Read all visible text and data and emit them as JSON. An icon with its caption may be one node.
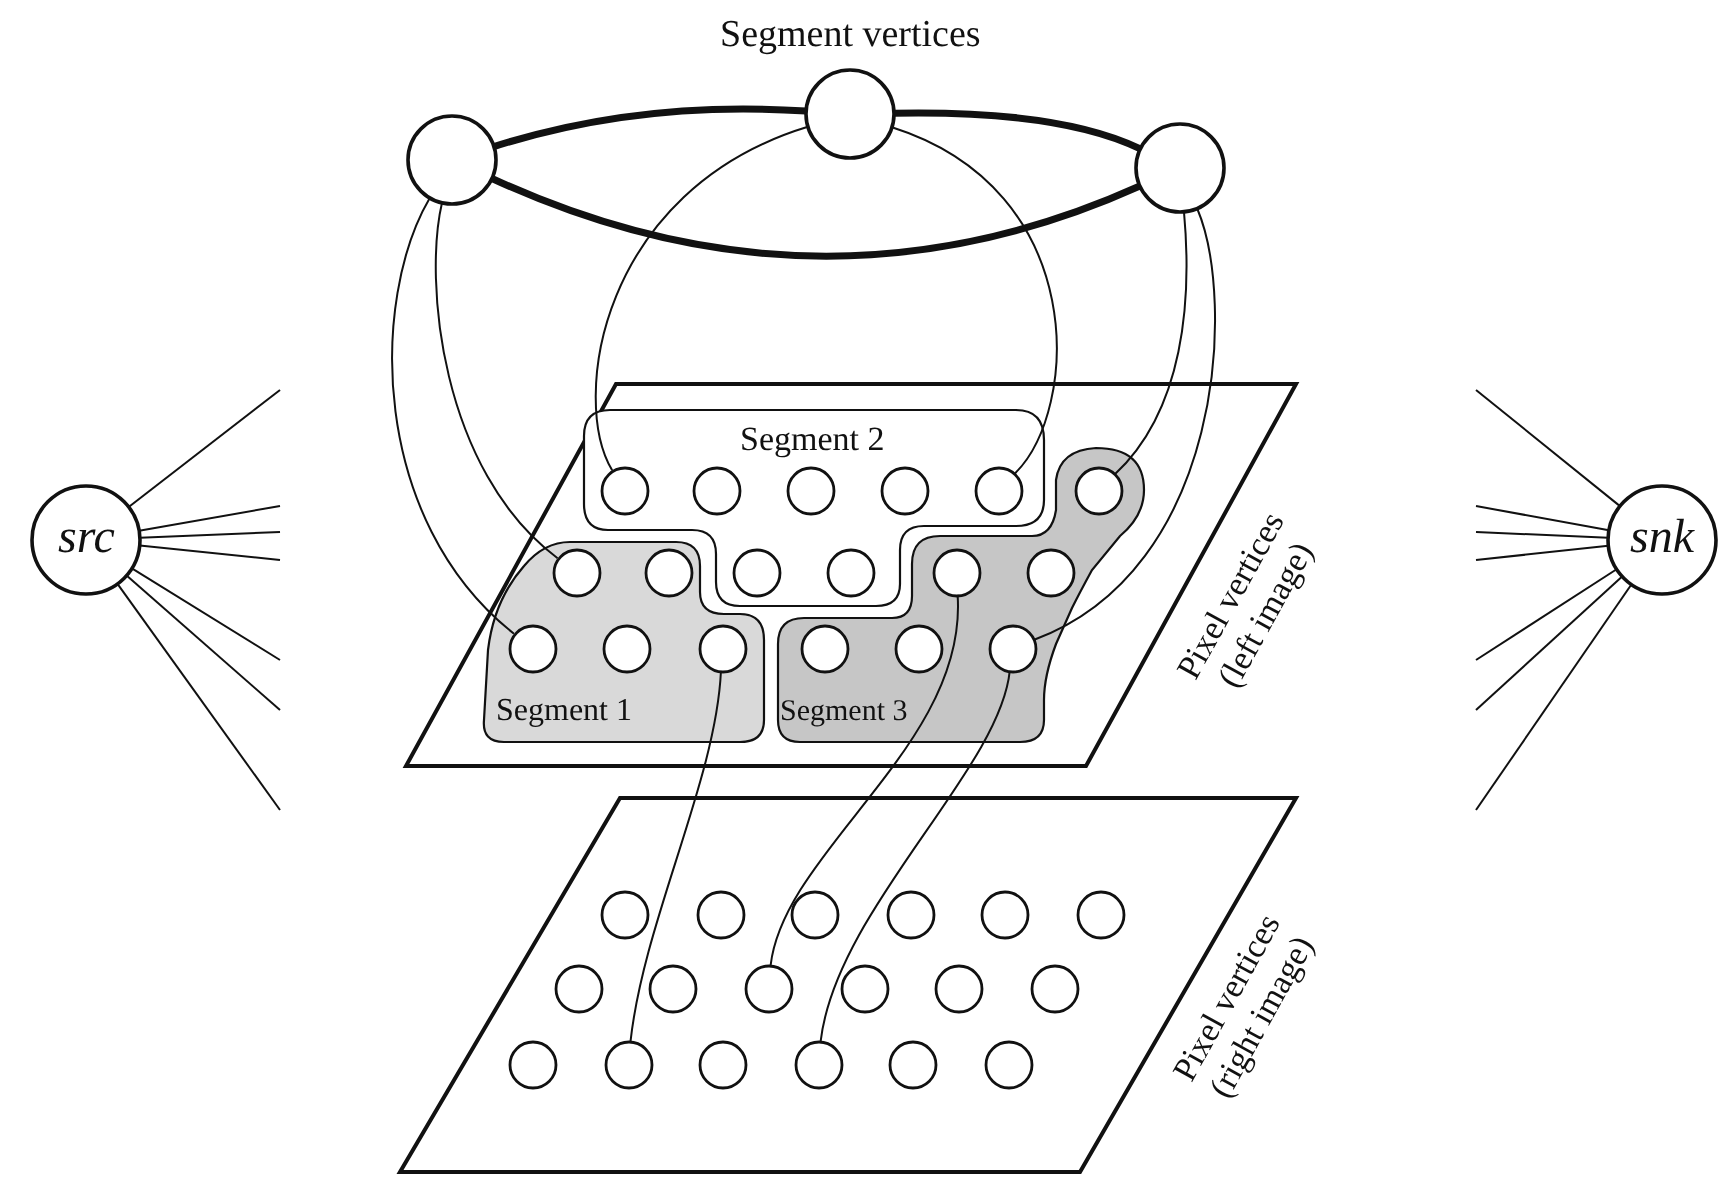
{
  "diagram": {
    "nodes": [
      {
        "text": [],
        "shape": "circle"
      },
      {
        "text": [],
        "shape": "circle"
      },
      {
        "text": [],
        "shape": "circle"
      },
      {
        "text": [
          "src"
        ]
      },
      {
        "text": [
          "Pixel vertices (left image)"
        ]
      },
      {
        "text": [
          "Segment 2"
        ],
        "in": 4
      },
      {
        "text": [
          "Segment 1"
        ],
        "in": 4
      },
      {
        "text": [
          "Segment 3"
        ],
        "in": 4
      },
      {
        "text": [],
        "shape": "circle",
        "in": 5
      },
      {
        "text": [],
        "shape": "circle",
        "in": 5
      },
      {
        "text": [],
        "shape": "circle",
        "in": 5
      },
      {
        "text": [],
        "shape": "circle",
        "in": 5
      },
      {
        "text": [],
        "shape": "circle",
        "in": 5
      },
      {
        "text": [],
        "shape": "circle",
        "in": 7
      },
      {
        "text": [],
        "shape": "circle",
        "in": 6
      },
      {
        "text": [],
        "shape": "circle",
        "in": 6
      },
      {
        "text": [],
        "shape": "circle",
        "in": 5
      },
      {
        "text": [],
        "shape": "circle",
        "in": 5
      },
      {
        "text": [],
        "shape": "circle",
        "in": 7
      },
      {
        "text": [],
        "shape": "circle",
        "in": 7
      },
      {
        "text": [],
        "shape": "circle",
        "in": 6
      },
      {
        "text": [],
        "shape": "circle",
        "in": 6
      },
      {
        "text": [],
        "shape": "circle",
        "in": 6
      },
      {
        "text": [],
        "shape": "circle",
        "in": 7
      },
      {
        "text": [],
        "shape": "circle",
        "in": 7
      },
      {
        "text": [],
        "shape": "circle",
        "in": 7
      },
      {
        "text": [
          "snk"
        ]
      },
      {
        "text": [
          "Pixel vertices (right image)"
        ]
      },
      {
        "text": [],
        "shape": "circle",
        "in": 27
      },
      {
        "text": [],
        "shape": "circle",
        "in": 27
      },
      {
        "text": [],
        "shape": "circle",
        "in": 27
      },
      {
        "text": [],
        "shape": "circle",
        "in": 27
      },
      {
        "text": [],
        "shape": "circle",
        "in": 27
      },
      {
        "text": [],
        "shape": "circle",
        "in": 27
      },
      {
        "text": [],
        "shape": "circle",
        "in": 27
      },
      {
        "text": [],
        "shape": "circle",
        "in": 27
      },
      {
        "text": [],
        "shape": "circle",
        "in": 27
      },
      {
        "text": [],
        "shape": "circle",
        "in": 27
      },
      {
        "text": [],
        "shape": "circle",
        "in": 27
      },
      {
        "text": [],
        "shape": "circle",
        "in": 27
      },
      {
        "text": [],
        "shape": "circle",
        "in": 27
      },
      {
        "text": [],
        "shape": "circle",
        "in": 27
      },
      {
        "text": [],
        "shape": "circle",
        "in": 27
      },
      {
        "text": [],
        "shape": "circle",
        "in": 27
      },
      {
        "text": [],
        "shape": "circle",
        "in": 27
      },
      {
        "text": [],
        "shape": "circle",
        "in": 27
      }
    ],
    "edges": [
      {
        "from": 3,
        "to": null,
        "arrow": "none"
      },
      {
        "from": 3,
        "to": null,
        "arrow": "none"
      },
      {
        "from": 3,
        "to": null,
        "arrow": "none"
      },
      {
        "from": 3,
        "to": null,
        "arrow": "none"
      },
      {
        "from": 3,
        "to": null,
        "arrow": "none"
      },
      {
        "from": 3,
        "to": null,
        "arrow": "none"
      },
      {
        "from": 3,
        "to": null,
        "arrow": "none"
      },
      {
        "from": null,
        "to": 26,
        "arrow": "none"
      },
      {
        "from": null,
        "to": 26,
        "arrow": "none"
      },
      {
        "from": null,
        "to": 26,
        "arrow": "none"
      },
      {
        "from": null,
        "to": 26,
        "arrow": "none"
      },
      {
        "from": null,
        "to": 26,
        "arrow": "none"
      },
      {
        "from": null,
        "to": 26,
        "arrow": "none"
      },
      {
        "from": null,
        "to": 26,
        "arrow": "none"
      },
      {
        "from": 0,
        "to": 1,
        "arrow": "none",
        "style": "thick"
      },
      {
        "from": 1,
        "to": 2,
        "arrow": "none",
        "style": "thick"
      },
      {
        "from": 0,
        "to": 2,
        "arrow": "none",
        "style": "thick"
      },
      {
        "from": 0,
        "to": 20,
        "arrow": "none"
      },
      {
        "from": 0,
        "to": 14,
        "arrow": "none"
      },
      {
        "from": 1,
        "to": 8,
        "arrow": "none"
      },
      {
        "from": 1,
        "to": 12,
        "arrow": "none"
      },
      {
        "from": 2,
        "to": 13,
        "arrow": "none"
      },
      {
        "from": 2,
        "to": 25,
        "arrow": "none"
      },
      {
        "from": 22,
        "to": 41,
        "arrow": "none"
      },
      {
        "from": 18,
        "to": 36,
        "arrow": "none"
      },
      {
        "from": 25,
        "to": 43,
        "arrow": "none"
      }
    ],
    "labels": [
      "Segment vertices"
    ]
  }
}
